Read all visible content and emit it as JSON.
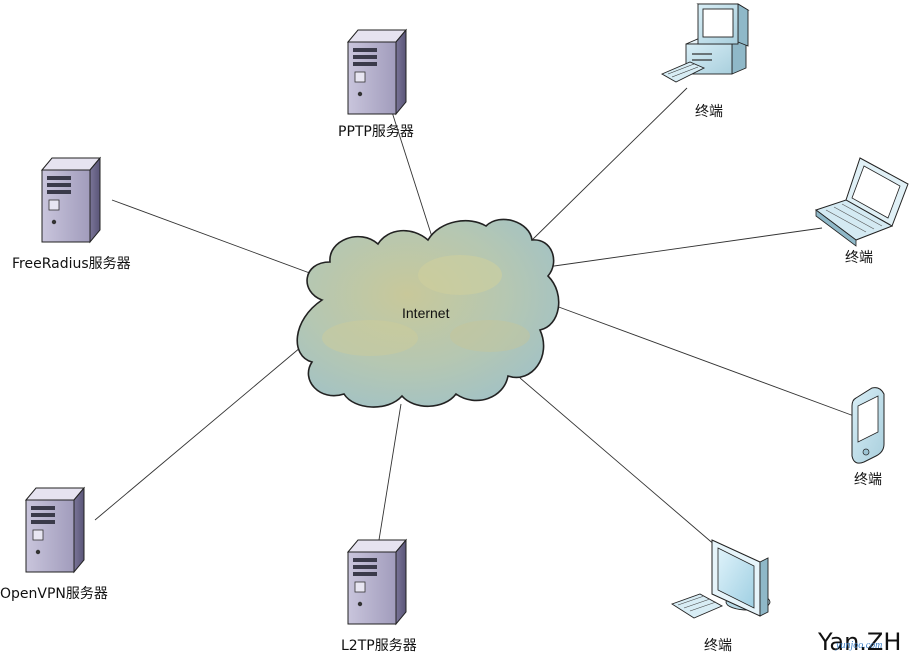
{
  "cloud": {
    "label": "Internet"
  },
  "servers": {
    "pptp": {
      "label": "PPTP服务器"
    },
    "freeradius": {
      "label": "FreeRadius服务器"
    },
    "openvpn": {
      "label": "OpenVPN服务器"
    },
    "l2tp": {
      "label": "L2TP服务器"
    }
  },
  "terminals": {
    "desktop": {
      "label": "终端"
    },
    "laptop": {
      "label": "终端"
    },
    "pda": {
      "label": "终端"
    },
    "monitor": {
      "label": "终端"
    }
  },
  "watermark": {
    "text": "Yan.ZH",
    "subtext": "yunjoo.com"
  }
}
